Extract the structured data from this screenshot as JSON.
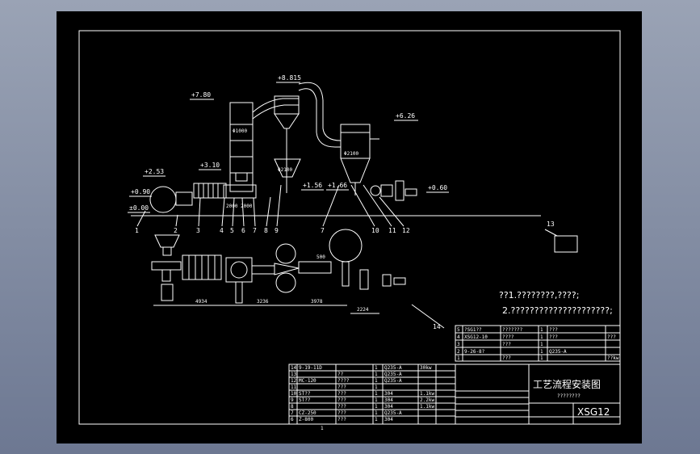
{
  "elevations": [
    "+8.815",
    "+7.80",
    "+6.26",
    "+3.10",
    "+2.53",
    "+1.56",
    "+1.66",
    "+0.90",
    "+0.60",
    "±0.00"
  ],
  "diameters": {
    "column": "Φ1000",
    "cyclone1": "Φ",
    "cyclone2": "Φ2100",
    "separator": "Φ2100"
  },
  "part_numbers": [
    "1",
    "2",
    "3",
    "4",
    "5",
    "6",
    "7",
    "8",
    "9",
    "7",
    "10",
    "11",
    "12"
  ],
  "item_13": "13",
  "item_14": "14",
  "dims_top": [
    "2000",
    "2000"
  ],
  "dims_bottom": [
    "4934",
    "3236",
    "3978",
    "2224"
  ],
  "dim_500": "500",
  "notes": [
    "??1.????????,????;",
    "2.?????????????????????;"
  ],
  "title_block": {
    "title": "工艺流程安装图",
    "subtitle": "????????",
    "drawing_no": "XSG12",
    "upper_rows": [
      [
        "5",
        "?SG1??",
        "???????",
        "1",
        "???",
        ""
      ],
      [
        "4",
        "XSG12-10",
        "????",
        "1",
        "???",
        "???"
      ],
      [
        "3",
        "",
        "???",
        "1",
        "",
        ""
      ],
      [
        "2",
        "9-26-8?",
        "",
        "1",
        "Q235-A",
        ""
      ],
      [
        "1",
        "",
        "???",
        "1",
        "",
        "??kw"
      ]
    ],
    "bom_rows": [
      [
        "14",
        "9-19-11D",
        "",
        "1",
        "Q235-A",
        "30kw"
      ],
      [
        "13",
        "",
        "??",
        "1",
        "Q235-A",
        ""
      ],
      [
        "12",
        "MC-120",
        "????",
        "1",
        "Q235-A",
        ""
      ],
      [
        "11",
        "",
        "???",
        "1",
        "",
        ""
      ],
      [
        "10",
        "ST??",
        "???",
        "1",
        "304",
        "1.1kw"
      ],
      [
        "9",
        "ST??",
        "???",
        "1",
        "304",
        "2.2kw"
      ],
      [
        "8",
        "",
        "???",
        "1",
        "304",
        "1.1kw"
      ],
      [
        "7",
        "CZ-250",
        "???",
        "1",
        "Q235-A",
        ""
      ],
      [
        "6",
        "Z-800",
        "???",
        "1",
        "304",
        ""
      ]
    ],
    "sheet_mark": "1"
  }
}
